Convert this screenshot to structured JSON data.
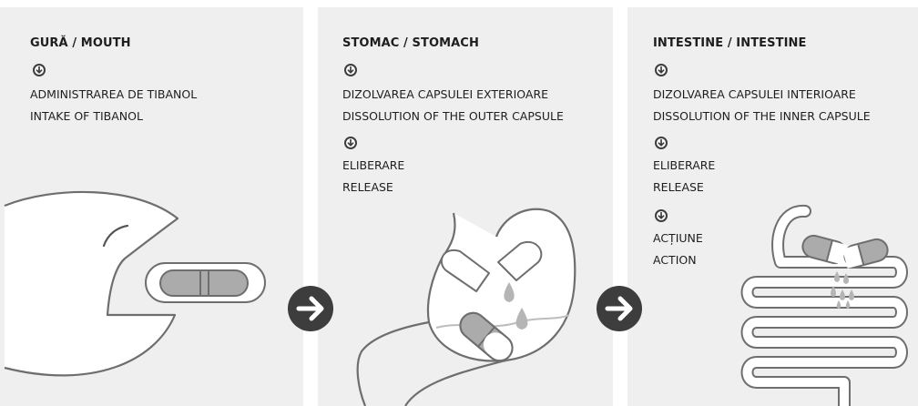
{
  "colors": {
    "panel_bg": "#efeff0",
    "text": "#1e1e1e",
    "icon": "#3d3d3d",
    "outline": "#6e6e6e",
    "capsule_dark": "#ababab",
    "capsule_light": "#ffffff",
    "drop": "#b5b5b5"
  },
  "panels": [
    {
      "title": "GURĂ / MOUTH",
      "lines": [
        "ADMINISTRAREA DE TIBANOL",
        "INTAKE OF TIBANOL"
      ],
      "icons": [
        "mouth-icon",
        "capsule-icon"
      ]
    },
    {
      "title": "STOMAC / STOMACH",
      "lines": [
        "DIZOLVAREA CAPSULEI EXTERIOARE",
        "DISSOLUTION OF THE OUTER CAPSULE",
        "ELIBERARE",
        "RELEASE"
      ],
      "icons": [
        "stomach-icon",
        "capsule-icon",
        "drop-icon"
      ]
    },
    {
      "title": "INTESTINE / INTESTINE",
      "lines": [
        "DIZOLVAREA CAPSULEI INTERIOARE",
        "DISSOLUTION OF THE INNER CAPSULE",
        "ELIBERARE",
        "RELEASE",
        "ACȚIUNE",
        "ACTION"
      ],
      "icons": [
        "intestine-icon",
        "capsule-icon",
        "drop-icon"
      ]
    }
  ],
  "connectors": [
    "arrow-right-icon",
    "arrow-right-icon"
  ],
  "step_icon": "arrow-down-circle-icon"
}
